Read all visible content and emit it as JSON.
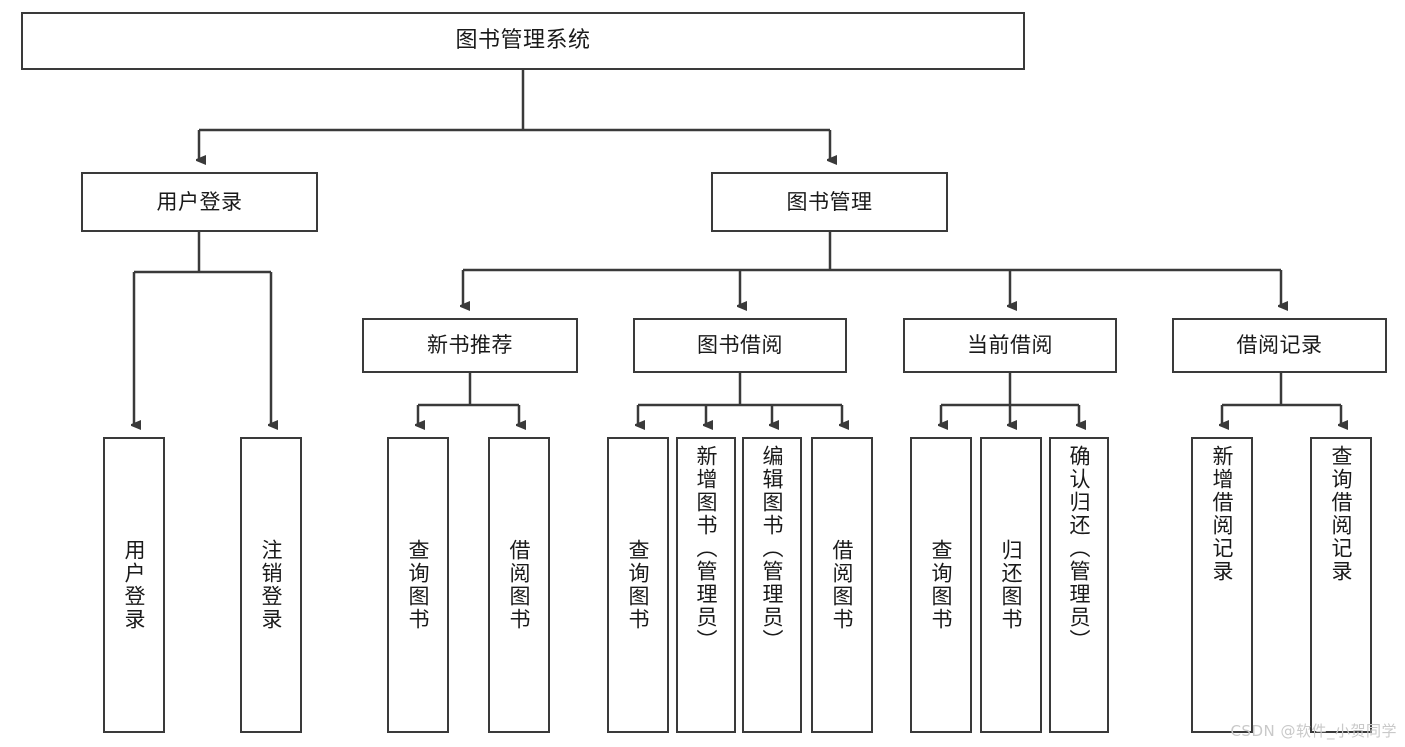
{
  "diagram": {
    "type": "hierarchy-tree",
    "title": "图书管理系统",
    "root": {
      "id": "root",
      "label": "图书管理系统"
    },
    "level2": [
      {
        "id": "user-login",
        "label": "用户登录"
      },
      {
        "id": "book-management",
        "label": "图书管理"
      }
    ],
    "level3": [
      {
        "id": "new-book-recommend",
        "label": "新书推荐",
        "parent": "book-management"
      },
      {
        "id": "book-borrow",
        "label": "图书借阅",
        "parent": "book-management"
      },
      {
        "id": "current-borrow",
        "label": "当前借阅",
        "parent": "book-management"
      },
      {
        "id": "borrow-record",
        "label": "借阅记录",
        "parent": "book-management"
      }
    ],
    "leaves": {
      "user_login": [
        {
          "id": "leaf-user-login",
          "label": "用户登录"
        },
        {
          "id": "leaf-logout",
          "label": "注销登录"
        }
      ],
      "new_book_recommend": [
        {
          "id": "leaf-query-book-1",
          "label": "查询图书"
        },
        {
          "id": "leaf-borrow-book-1",
          "label": "借阅图书"
        }
      ],
      "book_borrow": [
        {
          "id": "leaf-query-book-2",
          "label": "查询图书"
        },
        {
          "id": "leaf-add-book",
          "label": "新增图书（管理员）"
        },
        {
          "id": "leaf-edit-book",
          "label": "编辑图书（管理员）"
        },
        {
          "id": "leaf-borrow-book-2",
          "label": "借阅图书"
        }
      ],
      "current_borrow": [
        {
          "id": "leaf-query-book-3",
          "label": "查询图书"
        },
        {
          "id": "leaf-return-book",
          "label": "归还图书"
        },
        {
          "id": "leaf-confirm-return",
          "label": "确认归还（管理员）"
        }
      ],
      "borrow_record": [
        {
          "id": "leaf-add-record",
          "label": "新增借阅记录"
        },
        {
          "id": "leaf-query-record",
          "label": "查询借阅记录"
        }
      ]
    }
  },
  "watermark": {
    "text": "CSDN @软件_小贺同学"
  },
  "colors": {
    "box_border": "#3a3a3a",
    "connector": "#3a3a3a",
    "text": "#1a1a1a",
    "background": "#ffffff",
    "watermark": "#c9c9c9"
  }
}
